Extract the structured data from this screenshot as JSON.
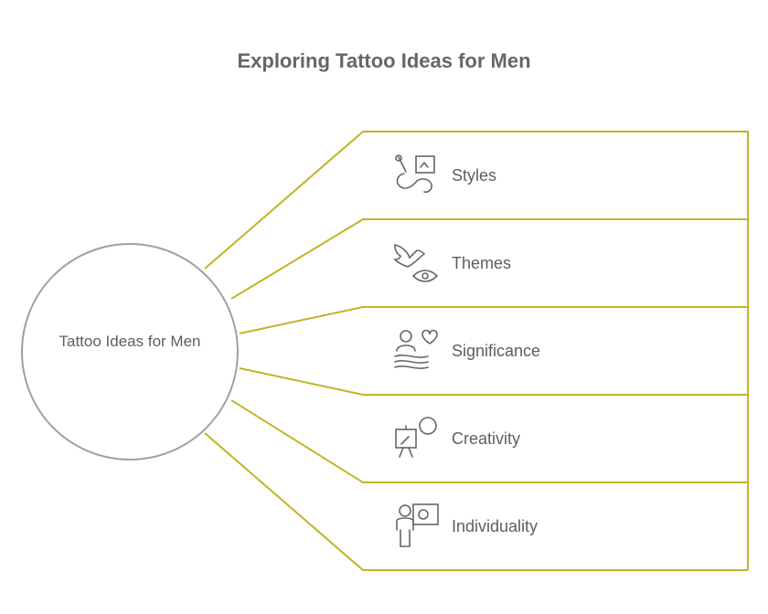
{
  "title": "Exploring Tattoo Ideas for Men",
  "center": "Tattoo Ideas for Men",
  "accent_color": "#c1b428",
  "items": [
    {
      "label": "Styles",
      "icon": "paintbrush-elephant-icon"
    },
    {
      "label": "Themes",
      "icon": "dove-eye-icon"
    },
    {
      "label": "Significance",
      "icon": "person-heart-flag-icon"
    },
    {
      "label": "Creativity",
      "icon": "easel-palette-icon"
    },
    {
      "label": "Individuality",
      "icon": "person-palette-icon"
    }
  ]
}
